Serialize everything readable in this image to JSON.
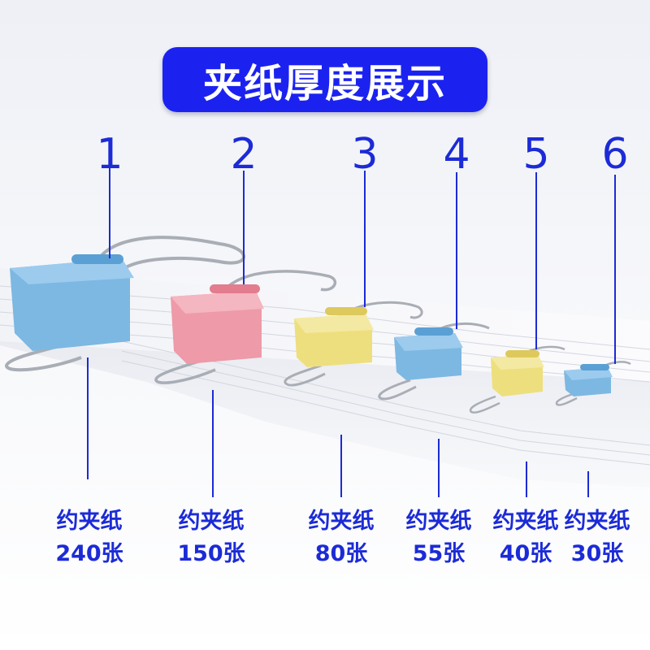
{
  "title": "夹纸厚度展示",
  "clips": [
    {
      "number": "1",
      "label": "约夹纸",
      "count": "240张",
      "color": "#7cb8e2"
    },
    {
      "number": "2",
      "label": "约夹纸",
      "count": "150张",
      "color": "#ee9aa8"
    },
    {
      "number": "3",
      "label": "约夹纸",
      "count": "80张",
      "color": "#eedf7e"
    },
    {
      "number": "4",
      "label": "约夹纸",
      "count": "55张",
      "color": "#7cb8e2"
    },
    {
      "number": "5",
      "label": "约夹纸",
      "count": "40张",
      "color": "#eedf7e"
    },
    {
      "number": "6",
      "label": "约夹纸",
      "count": "30张",
      "color": "#7cb8e2"
    }
  ],
  "colors": {
    "banner": "#1b22f0",
    "label_blue": "#1c2bd6",
    "paper": "#f7f8fb"
  }
}
